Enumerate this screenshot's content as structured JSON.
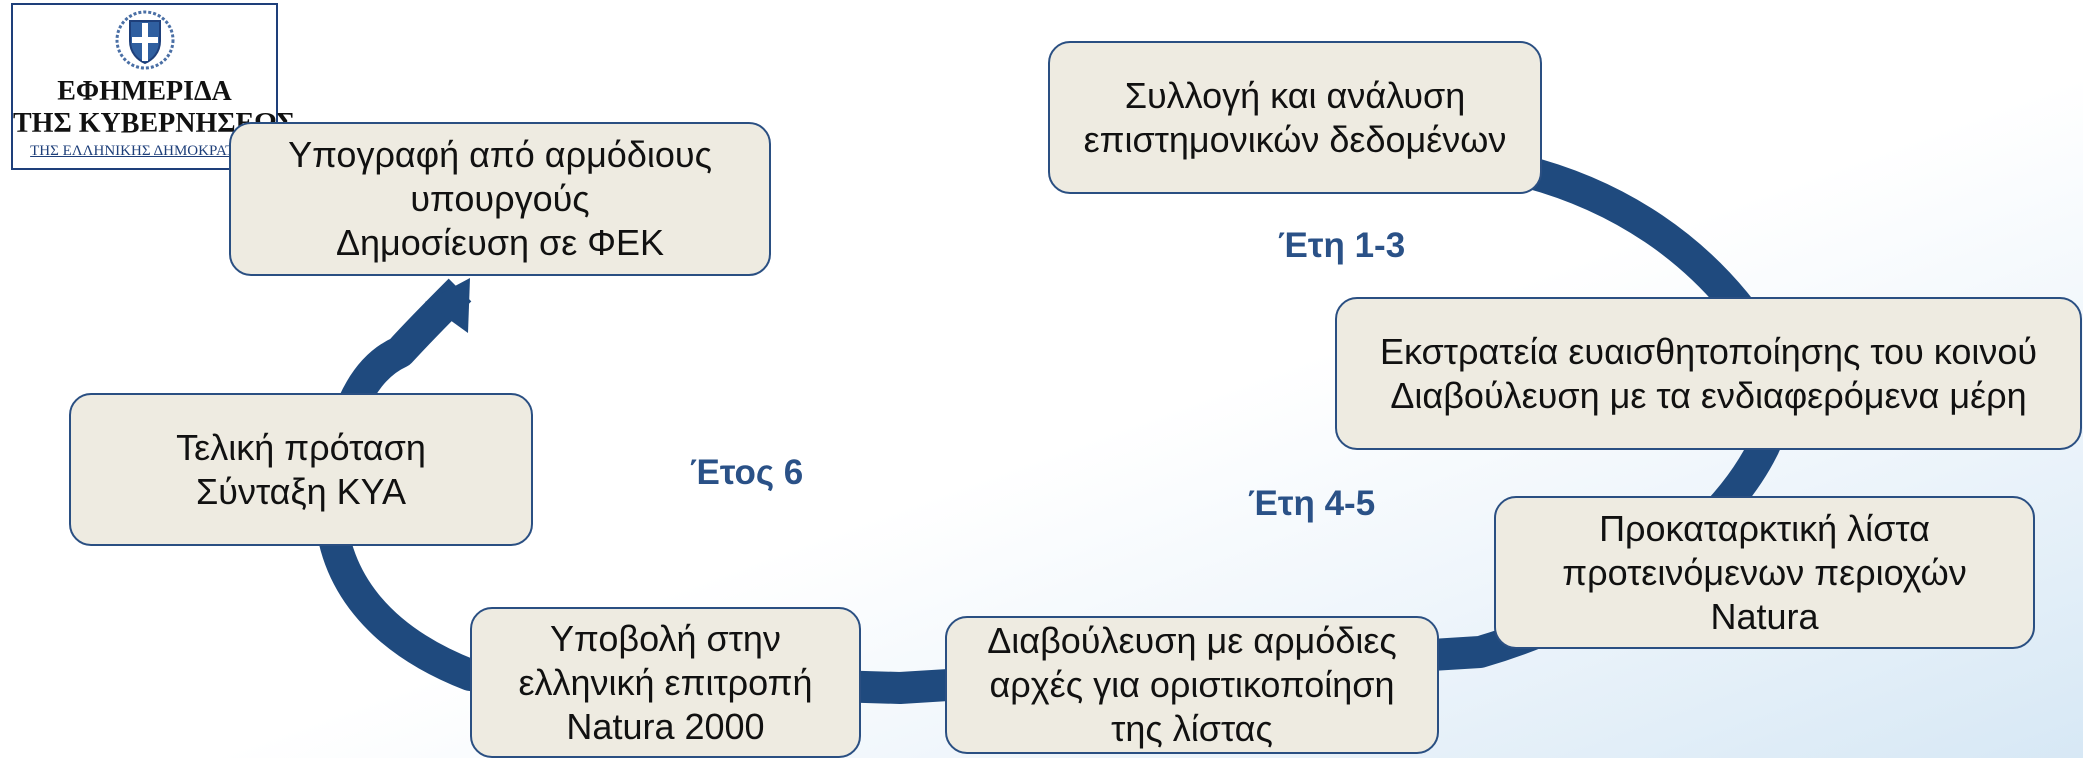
{
  "logo": {
    "line1": "ΕΦΗΜΕΡΙΔΑ",
    "line2": "ΤΗΣ ΚΥΒΕΡΝΗΣΕΩΣ",
    "line3": "ΤΗΣ ΕΛΛΗΝΙΚΗΣ ΔΗΜΟΚΡΑΤΙΑΣ",
    "emblem": "coat-of-arms-icon"
  },
  "steps": {
    "data_collection": {
      "line1": "Συλλογή και ανάλυση",
      "line2": "επιστημονικών δεδομένων"
    },
    "awareness": {
      "line1": "Εκστρατεία ευαισθητοποίησης του κοινού",
      "line2": "Διαβούλευση με τα ενδιαφερόμενα μέρη"
    },
    "preliminary_list": {
      "line1": "Προκαταρκτική λίστα",
      "line2": "προτεινόμενων περιοχών",
      "line3": "Natura"
    },
    "consultation": {
      "line1": "Διαβούλευση με αρμόδιες",
      "line2": "αρχές για οριστικοποίηση",
      "line3": "της λίστας"
    },
    "submission": {
      "line1": "Υποβολή στην",
      "line2": "ελληνική επιτροπή",
      "line3": "Natura 2000"
    },
    "final_proposal": {
      "line1": "Τελική πρόταση",
      "line2": "Σύνταξη ΚΥΑ"
    },
    "signature": {
      "line1": "Υπογραφή από αρμόδιους",
      "line2": "υπουργούς",
      "line3": "Δημοσίευση σε ΦΕΚ"
    }
  },
  "phases": {
    "years_1_3": "Έτη 1-3",
    "years_4_5": "Έτη 4-5",
    "year_6": "Έτος 6"
  },
  "colors": {
    "flow_arrow": "#1f4a7e",
    "box_fill": "#eeebe1",
    "box_border": "#2a4f82",
    "phase_label": "#2a5187"
  }
}
